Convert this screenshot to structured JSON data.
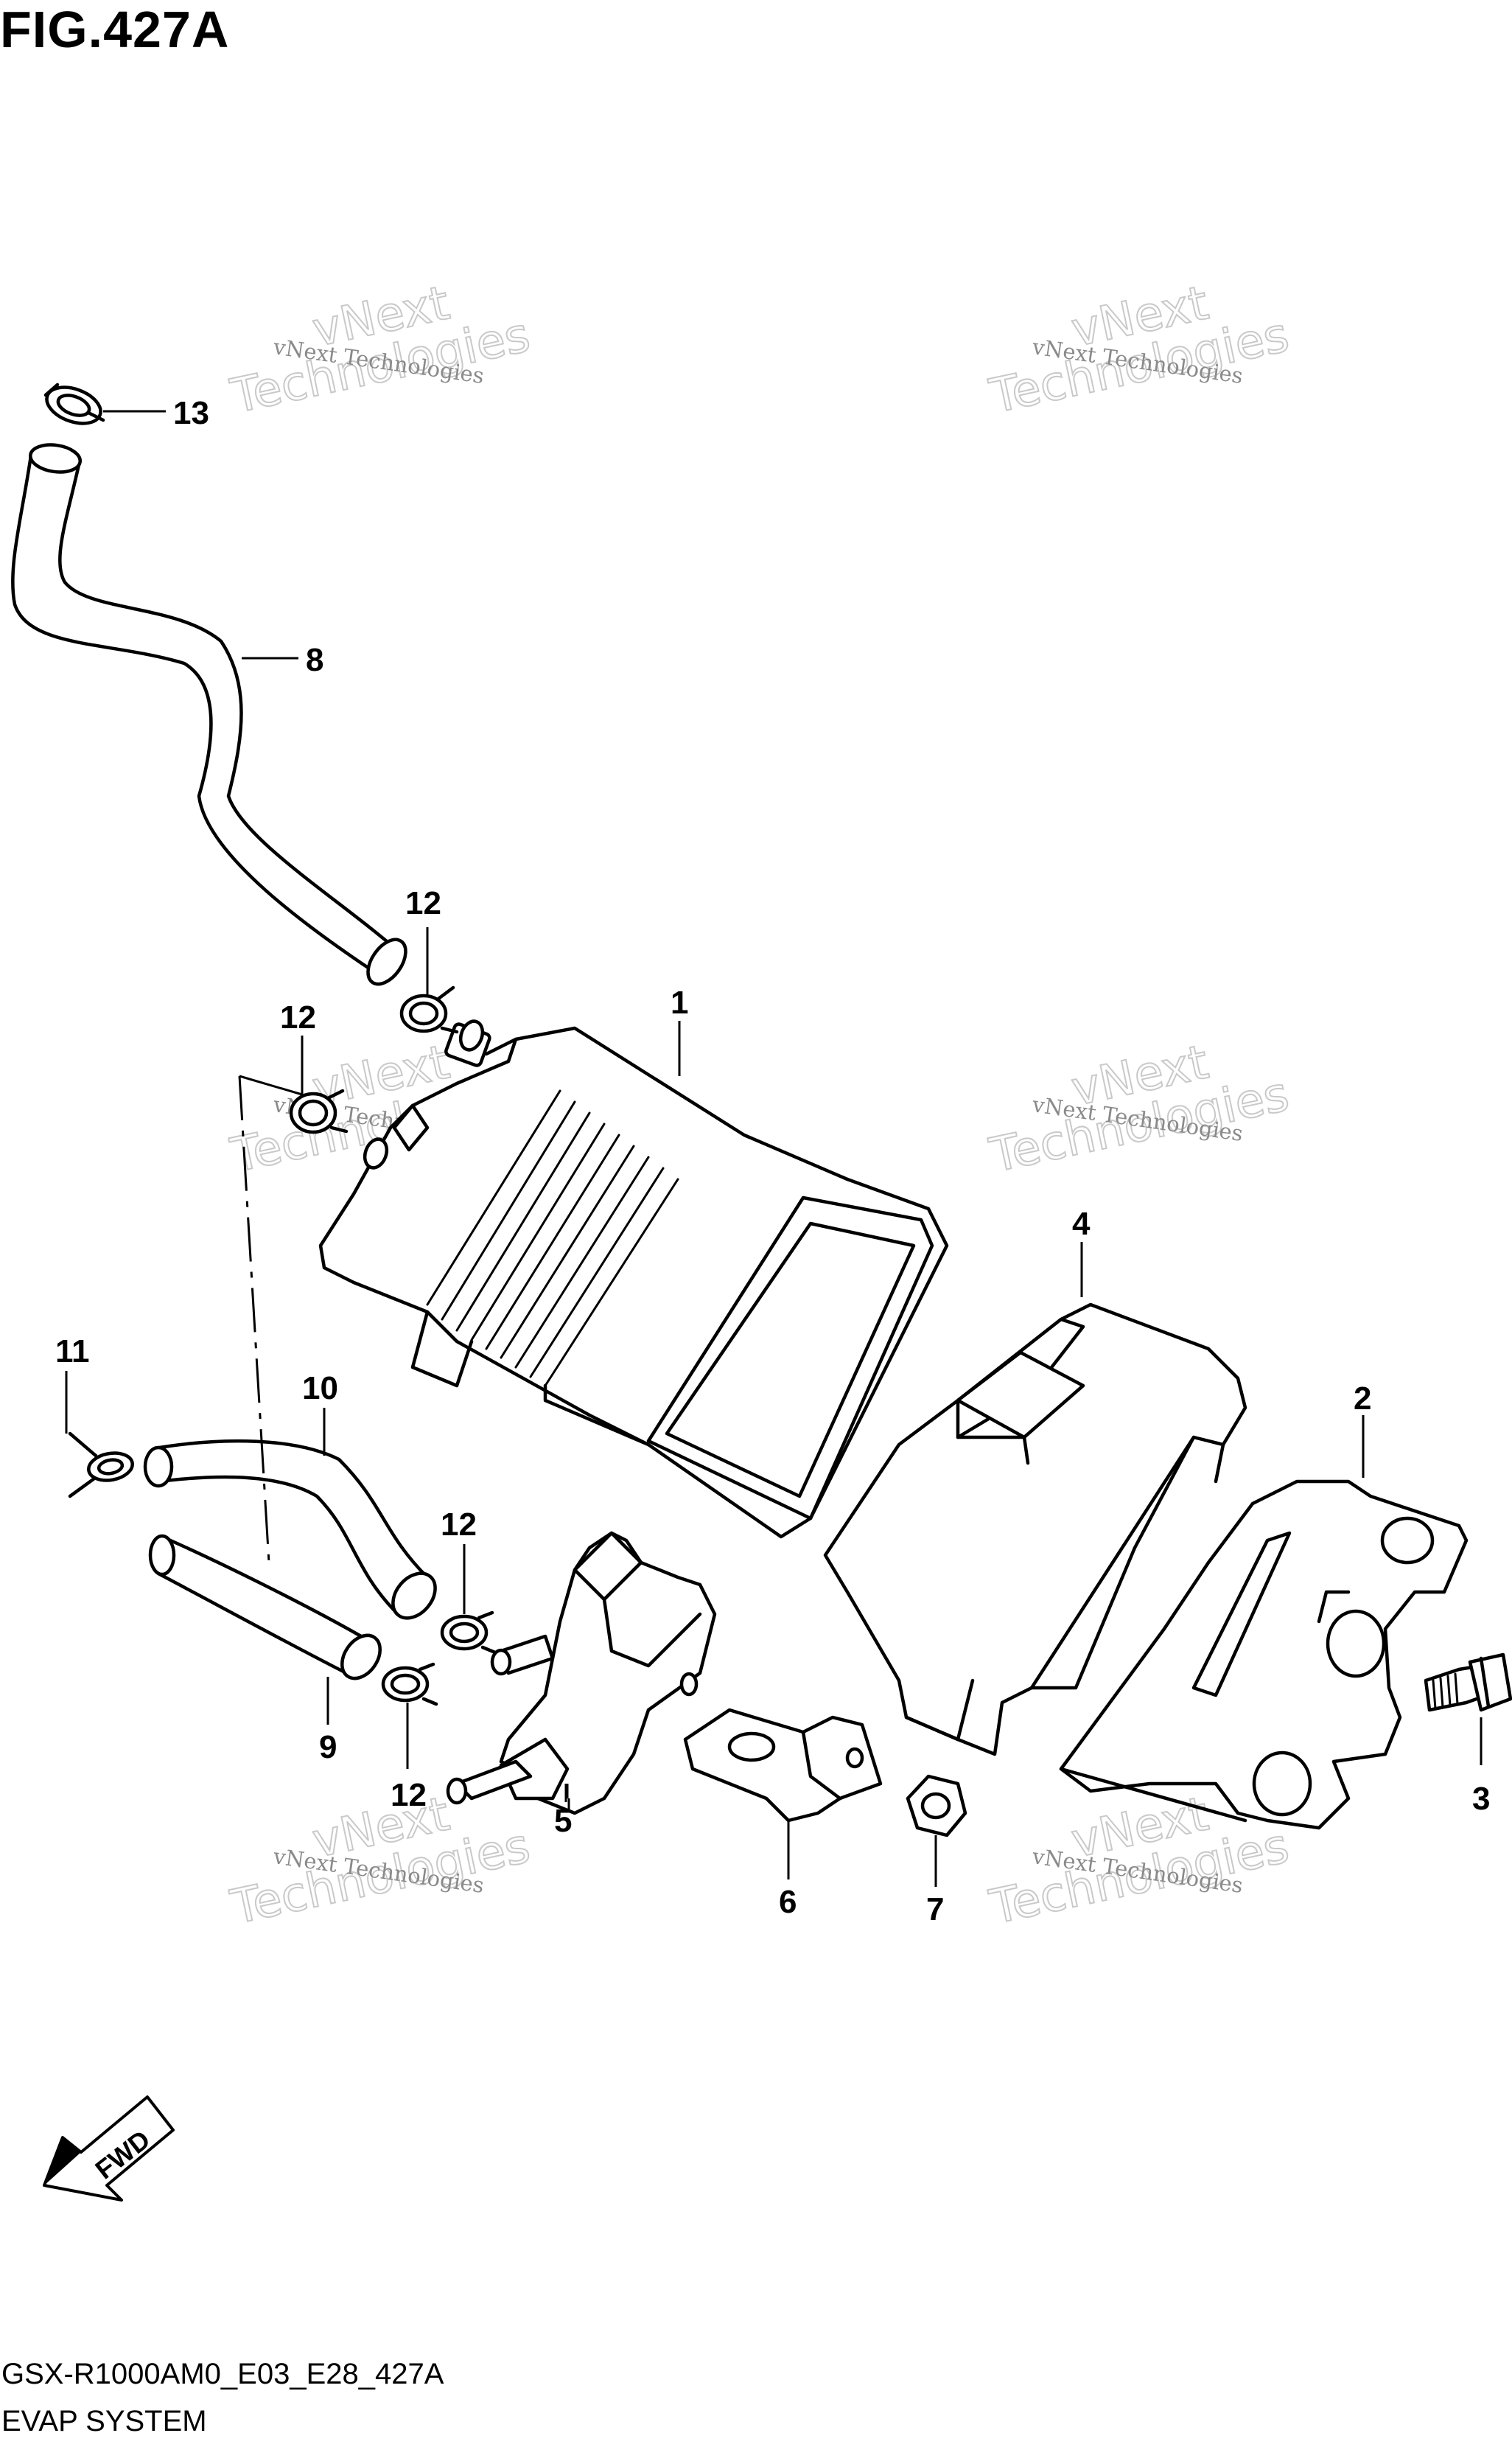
{
  "figure": {
    "title": "FIG.427A",
    "code": "GSX-R1000AM0_E03_E28_427A",
    "name": "EVAP SYSTEM"
  },
  "callouts": [
    {
      "id": "1",
      "label": "1"
    },
    {
      "id": "2",
      "label": "2"
    },
    {
      "id": "3",
      "label": "3"
    },
    {
      "id": "4",
      "label": "4"
    },
    {
      "id": "5",
      "label": "5"
    },
    {
      "id": "6",
      "label": "6"
    },
    {
      "id": "7",
      "label": "7"
    },
    {
      "id": "8",
      "label": "8"
    },
    {
      "id": "9",
      "label": "9"
    },
    {
      "id": "10",
      "label": "10"
    },
    {
      "id": "11",
      "label": "11"
    },
    {
      "id": "12a",
      "label": "12"
    },
    {
      "id": "12b",
      "label": "12"
    },
    {
      "id": "12c",
      "label": "12"
    },
    {
      "id": "12d",
      "label": "12"
    },
    {
      "id": "13",
      "label": "13"
    }
  ],
  "watermark": {
    "line1": "vNext Technologies",
    "line2": "vNext",
    "line3": "Technologies"
  },
  "fwd_label": "FWD"
}
